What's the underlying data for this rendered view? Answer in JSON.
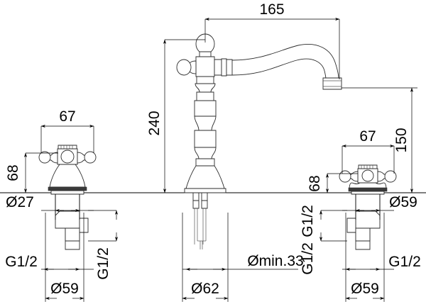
{
  "drawing": {
    "title": "Bridge faucet with cross handles — dimensioned technical drawing",
    "units": "mm",
    "line_color": "#2b2b2b",
    "dim_color": "#000000",
    "background": "#ffffff"
  },
  "dimensions": {
    "spout_reach": "165",
    "spout_height": "240",
    "handle_height_right": "150",
    "handle_span_left": "67",
    "handle_span_right": "67",
    "handle_above_surface_left": "68",
    "handle_above_surface_right": "68",
    "shank_dia_left": "Ø27",
    "shank_dia_right": "Ø59",
    "base_dia_left": "Ø59",
    "base_dia_right": "Ø59",
    "center_base_dia": "Ø62",
    "center_hole_min": "Ømin.33",
    "thread_left_outer": "G1/2",
    "thread_left_inner": "G1/2",
    "thread_right_inner": "G1/2",
    "thread_right_inner2": "G1/2",
    "thread_right_outer": "G1/2"
  },
  "labels": {
    "dim_165": "165",
    "dim_240": "240",
    "dim_150": "150",
    "dim_67_left": "67",
    "dim_67_right": "67",
    "dim_68_left": "68",
    "dim_68_right": "68",
    "dia_27": "Ø27",
    "dia_59_left_bottom": "Ø59",
    "dia_59_right_top": "Ø59",
    "dia_59_right_bottom": "Ø59",
    "dia_62": "Ø62",
    "dia_min_33": "Ømin.33",
    "g12_left_outer": "G1/2",
    "g12_left_inner": "G1/2",
    "g12_right_inner_a": "G1/2",
    "g12_right_inner_b": "G1/2",
    "g12_right_outer": "G1/2"
  }
}
